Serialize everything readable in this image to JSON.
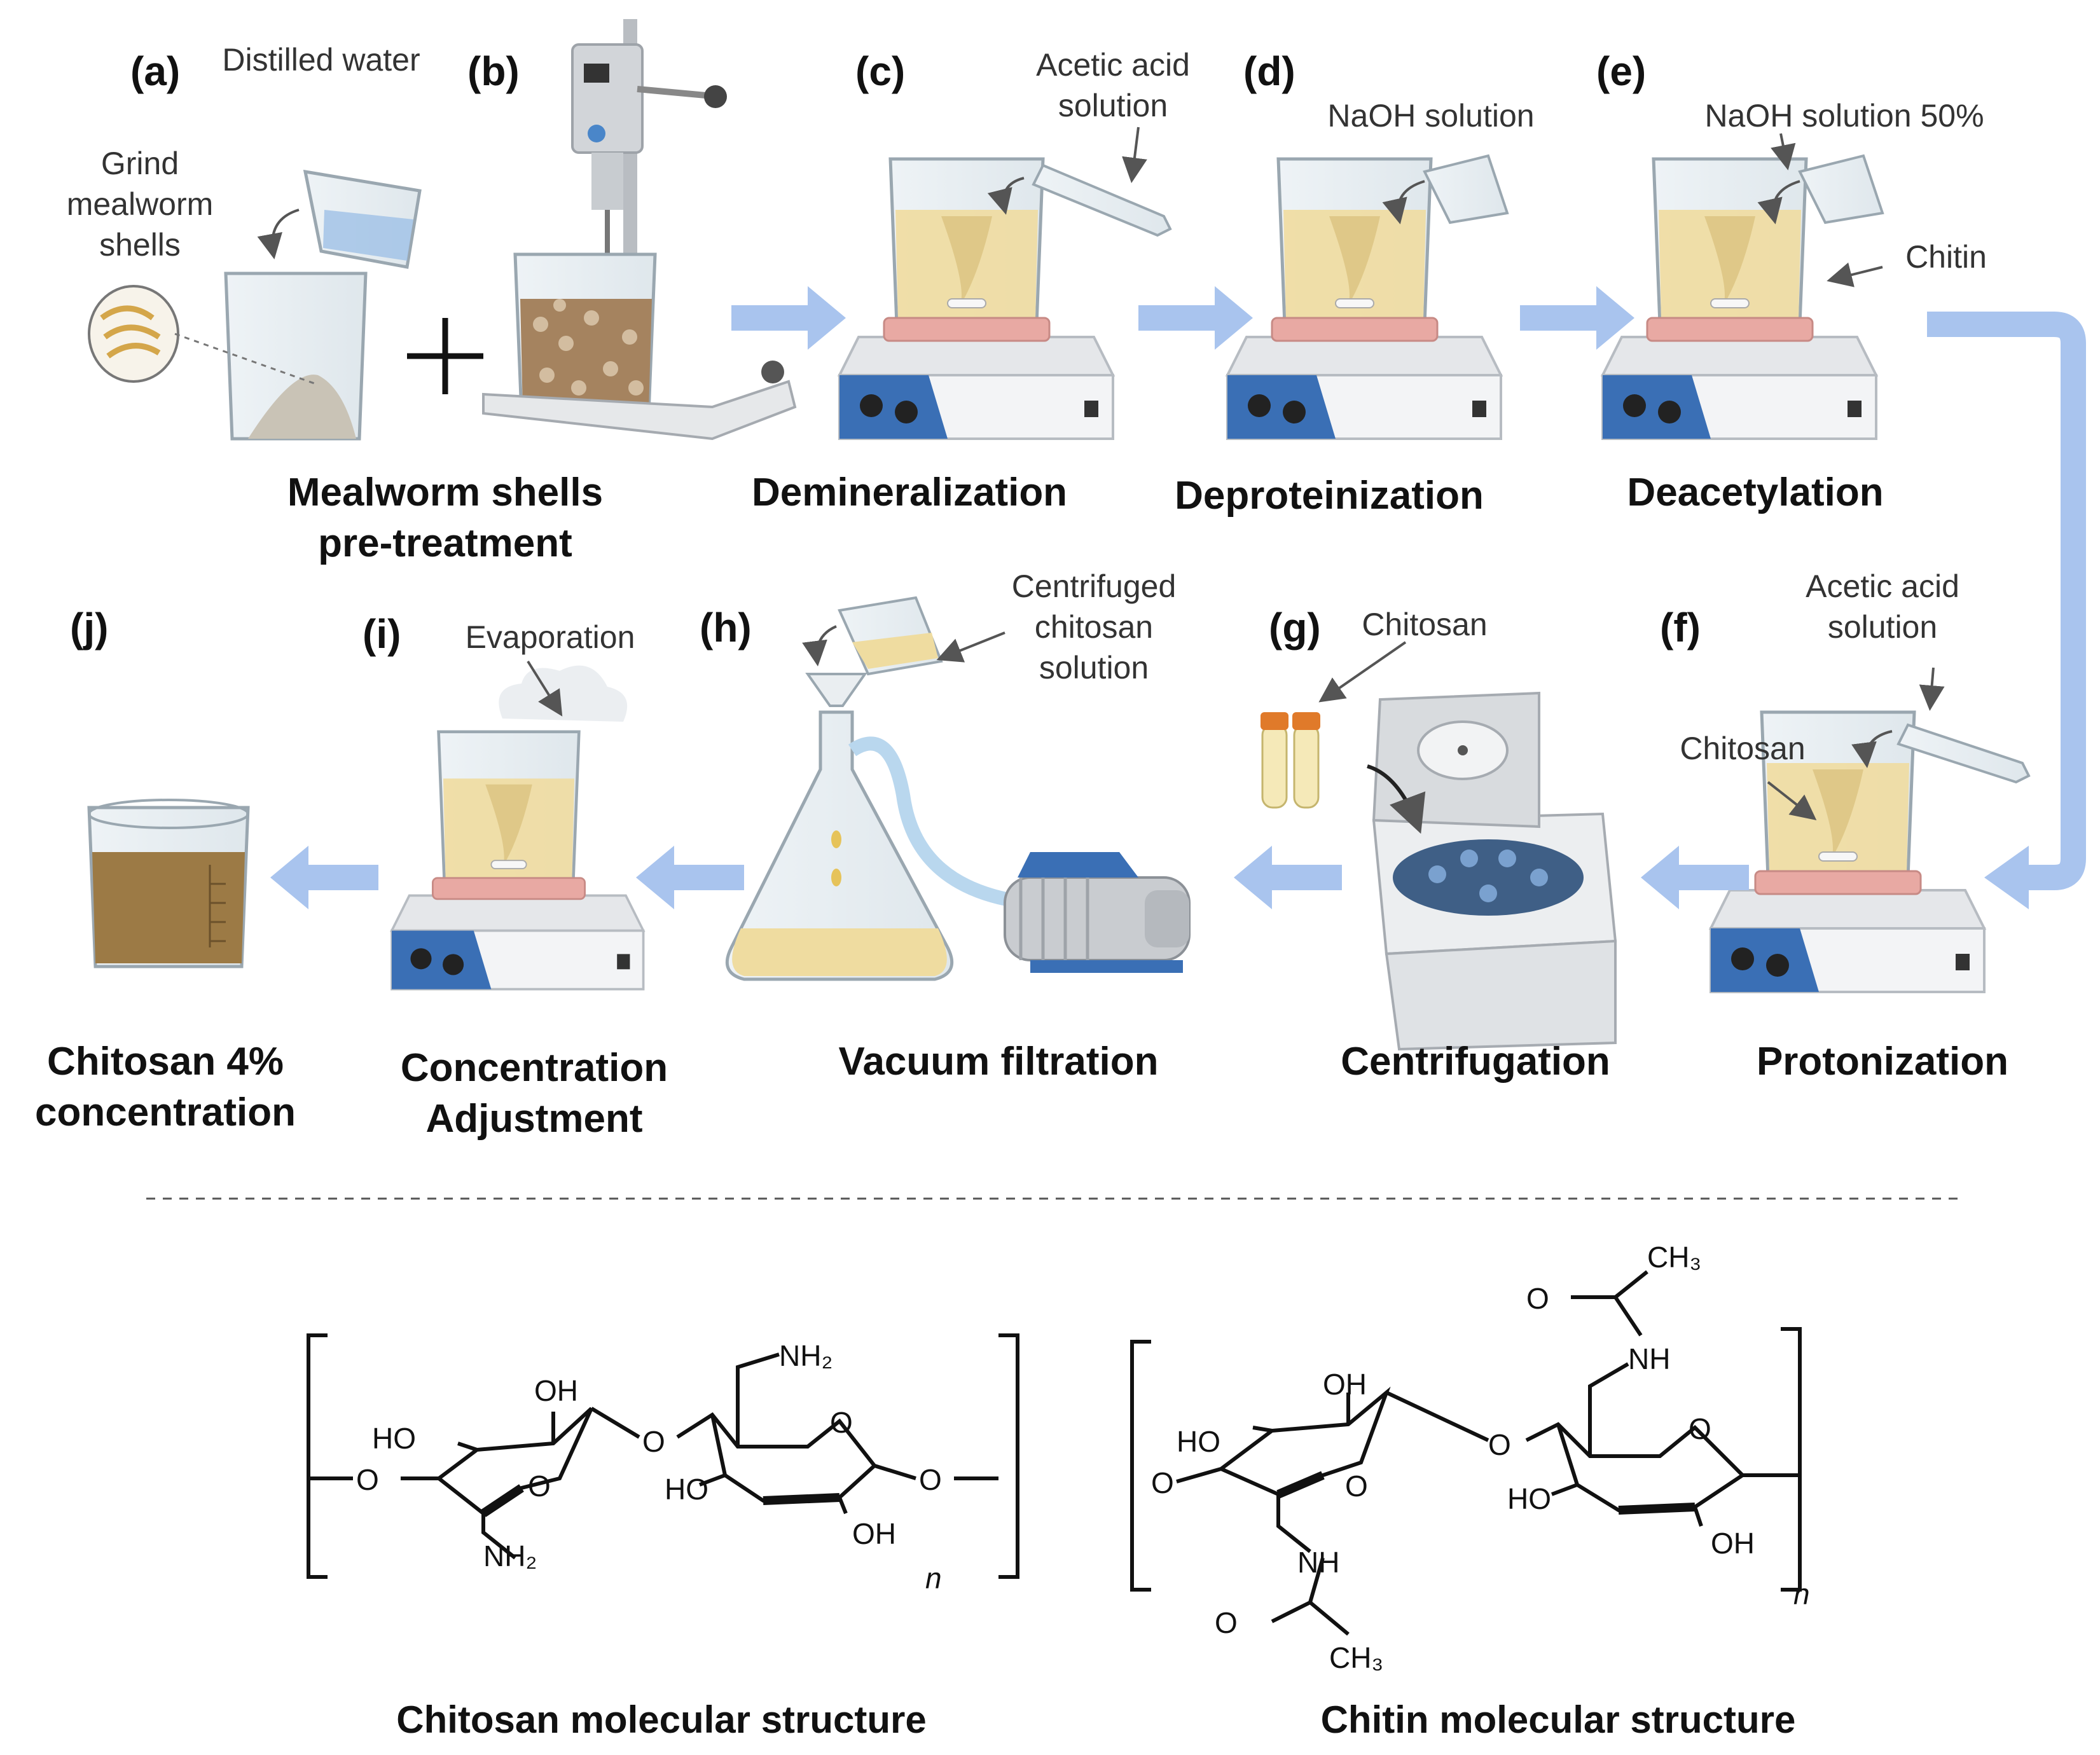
{
  "panels": {
    "a": "(a)",
    "b": "(b)",
    "c": "(c)",
    "d": "(d)",
    "e": "(e)",
    "f": "(f)",
    "g": "(g)",
    "h": "(h)",
    "i": "(i)",
    "j": "(j)"
  },
  "steps": {
    "pretreatment_1": "Mealworm shells",
    "pretreatment_2": "pre-treatment",
    "demineralization": "Demineralization",
    "deproteinization": "Deproteinization",
    "deacetylation": "Deacetylation",
    "protonization": "Protonization",
    "centrifugation": "Centrifugation",
    "vacuum_filtration": "Vacuum filtration",
    "concentration_1": "Concentration",
    "concentration_2": "Adjustment",
    "final_1": "Chitosan 4%",
    "final_2": "concentration"
  },
  "notes": {
    "distilled_water": "Distilled water",
    "grind_1": "Grind",
    "grind_2": "mealworm",
    "grind_3": "shells",
    "acetic_c_1": "Acetic acid",
    "acetic_c_2": "solution",
    "naoh_d": "NaOH solution",
    "naoh_e": "NaOH solution 50%",
    "chitin_e": "Chitin",
    "acetic_f_1": "Acetic acid",
    "acetic_f_2": "solution",
    "chitosan_f": "Chitosan",
    "chitosan_g": "Chitosan",
    "centrifuged_1": "Centrifuged",
    "centrifuged_2": "chitosan",
    "centrifuged_3": "solution",
    "evaporation": "Evaporation"
  },
  "structures": {
    "chitosan_caption": "Chitosan molecular structure",
    "chitin_caption": "Chitin molecular structure",
    "OH": "OH",
    "HO": "HO",
    "O": "O",
    "NH2": "NH₂",
    "NH": "NH",
    "CH3": "CH₃",
    "n": "n"
  },
  "colors": {
    "arrow": "#a9c4ee",
    "liquid": "#efdca0",
    "stirrer_blue": "#3a6fb5",
    "hotplate_top": "#e8a9a3",
    "centrifuge_tube_cap": "#e07a2a",
    "final_liquid": "#9c7a45"
  }
}
